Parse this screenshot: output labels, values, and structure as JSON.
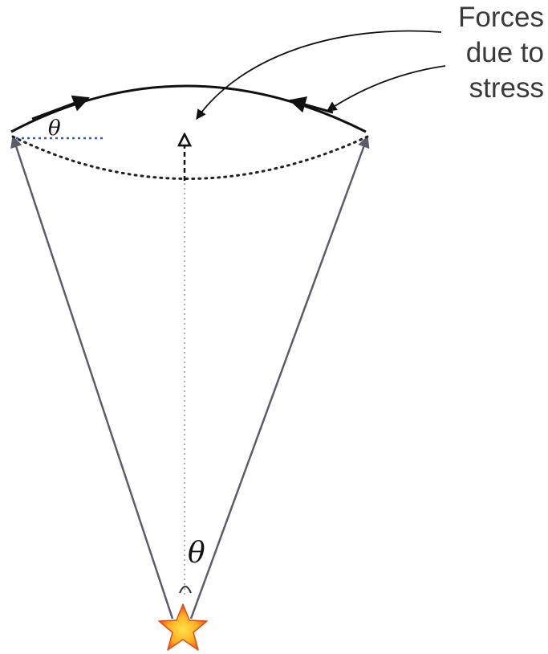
{
  "callout": {
    "lines": [
      "Forces",
      "due to",
      "stress"
    ]
  },
  "labels": {
    "theta_top": "θ",
    "theta_bottom": "θ"
  },
  "icons": {
    "source": "star-icon"
  },
  "colors": {
    "cone_line": "#5b5e6a",
    "arc": "#111111",
    "dotted_arc": "#222222",
    "horizontal_ref": "#2a5db0",
    "star_outer": "#e8401c",
    "star_inner": "#ffd21a"
  }
}
